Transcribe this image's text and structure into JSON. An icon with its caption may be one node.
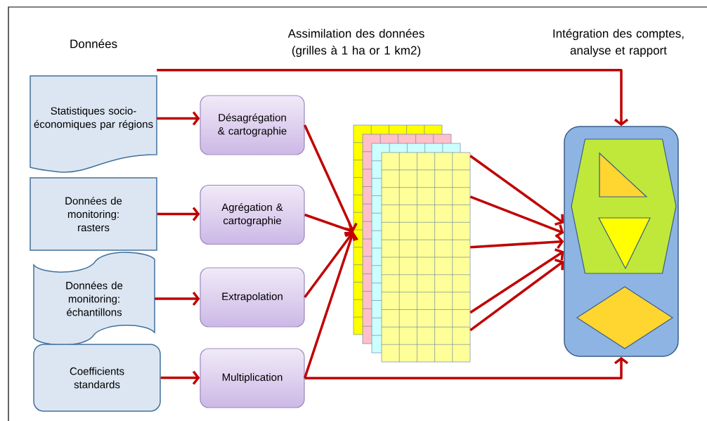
{
  "diagram": {
    "nodes": [
      {
        "text": [
          "Statistiques socio-économiques par régions"
        ]
      },
      {
        "text": [
          "Données de monitoring: rasters"
        ]
      },
      {
        "text": [
          "Données de monitoring: échantillons"
        ]
      },
      {
        "text": [
          "Coefficients standards"
        ]
      },
      {
        "text": [
          "Désagrégation & cartographie"
        ]
      },
      {
        "text": [
          "Agrégation & cartographie"
        ]
      },
      {
        "text": [
          "Extrapolation"
        ]
      },
      {
        "text": [
          "Multiplication"
        ]
      },
      {
        "text": [],
        "shape": "grid"
      },
      {
        "text": [],
        "shape": "box"
      },
      {
        "text": [],
        "shape": "hexagon",
        "in": 9
      },
      {
        "text": [],
        "shape": "triangle",
        "in": 10
      },
      {
        "text": [],
        "shape": "triangle",
        "in": 10
      },
      {
        "text": [],
        "shape": "diamond",
        "in": 9
      }
    ],
    "edges": [
      {
        "from": 0,
        "to": 4,
        "arrow": "to"
      },
      {
        "from": 1,
        "to": 5,
        "arrow": "to"
      },
      {
        "from": 2,
        "to": 6,
        "arrow": "to"
      },
      {
        "from": 3,
        "to": 7,
        "arrow": "to"
      },
      {
        "from": 4,
        "to": 8,
        "arrow": "to"
      },
      {
        "from": 5,
        "to": 8,
        "arrow": "to"
      },
      {
        "from": 6,
        "to": 8,
        "arrow": "to"
      },
      {
        "from": 7,
        "to": 8,
        "arrow": "to"
      },
      {
        "from": 8,
        "to": 9,
        "arrow": "to"
      },
      {
        "from": 8,
        "to": 9,
        "arrow": "to"
      },
      {
        "from": 8,
        "to": 9,
        "arrow": "to"
      },
      {
        "from": 8,
        "to": 9,
        "arrow": "to"
      },
      {
        "from": 8,
        "to": 9,
        "arrow": "to"
      },
      {
        "from": 0,
        "to": 9,
        "arrow": "to"
      },
      {
        "from": 7,
        "to": 9,
        "arrow": "to"
      }
    ],
    "labels": [
      "Données",
      "Assimilation des données (grilles à 1 ha or 1 km2)",
      "Intégration des comptes, analyse et rapport"
    ]
  }
}
